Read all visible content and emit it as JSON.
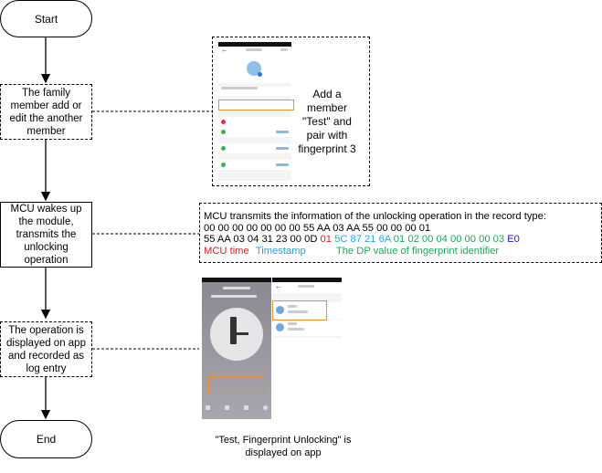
{
  "flowchart": {
    "start_label": "Start",
    "end_label": "End",
    "steps": [
      {
        "label": "The family member add or edit the another member",
        "border": "dashed"
      },
      {
        "label": "MCU wakes up the module, transmits the unlocking operation",
        "border": "solid"
      },
      {
        "label": "The operation is displayed on app and recorded as log entry",
        "border": "dashed"
      }
    ]
  },
  "annotations": {
    "add_member_note": "Add a member \"Test\" and pair with fingerprint 3",
    "mcu_note": {
      "heading": "MCU transmits the information of the unlocking operation in the record type:",
      "line1": "00 00 00 00 00 00 00 55 AA 03 AA 55 00 00 00 01",
      "line2_prefix": "55 AA 03 04 31 23 00 0D",
      "line2_mcu_time": "01",
      "line2_timestamp": "5C 87 21 6A",
      "line2_dp_value": "01 02 00 04 00 00 00 03",
      "line2_checksum": "E0",
      "legend_mcu_time": "MCU time",
      "legend_timestamp": "Timestamp",
      "legend_dp_value": "The DP value of fingerprint identifier"
    },
    "app_caption": "\"Test, Fingerprint Unlocking\" is displayed on app"
  },
  "colors": {
    "mcu_time": "#e02020",
    "timestamp": "#2aa3d8",
    "dp_value": "#1fa75b",
    "checksum": "#1a1ac8",
    "highlight": "#e8922a"
  }
}
